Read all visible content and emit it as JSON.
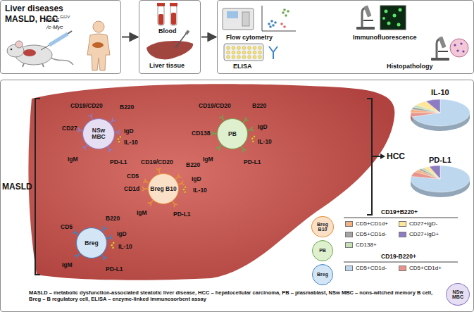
{
  "diagram": {
    "nodes": [
      {
        "text": [
          "Liver diseases",
          "MASLD, HCC"
        ]
      },
      {
        "text": [
          "Blood",
          "Liver tissue"
        ]
      },
      {
        "text": [
          "Flow cytometry",
          "Immunofluorescence",
          "ELISA",
          "Histopathology"
        ]
      },
      {
        "text": [
          "MASLD – metabolic dysfunction-associated steatotic liver disease, HCC – hepatocellular carcinoma, PB – plasmablast, NSw MBC – nons-witched memory B cell, Breg – B regulatory cell, ELISA – enzyme-linked immunosorbent assay"
        ]
      },
      {
        "text": [
          "NSw MBC"
        ],
        "in": 3
      },
      {
        "text": [
          "PB"
        ],
        "in": 3
      },
      {
        "text": [
          "Breg B10"
        ],
        "in": 3
      },
      {
        "text": [
          "Breg"
        ],
        "in": 3
      },
      {
        "text": [
          "Breg B10"
        ],
        "in": 3
      },
      {
        "text": [
          "PB"
        ],
        "in": 3
      },
      {
        "text": [
          "Breg"
        ],
        "in": 3
      },
      {
        "text": [
          "NSw MBC"
        ],
        "in": 3
      }
    ],
    "edges": [
      {
        "from": 0,
        "to": 1,
        "arrow": "to"
      },
      {
        "from": 1,
        "to": 2,
        "arrow": "to"
      }
    ],
    "labels": [
      "NRAS",
      "G12V",
      "/c-Myc",
      "CD19/CD20",
      "B220",
      "CD27",
      "IgD",
      "IgM",
      "IL-10",
      "PD-L1",
      "CD19/CD20",
      "B220",
      "IgD",
      "CD138",
      "IgM",
      "IL-10",
      "PD-L1",
      "CD19/CD20",
      "B220",
      "CD5",
      "IgD",
      "CD1d",
      "IL-10",
      "IgM",
      "PD-L1",
      "CD5",
      "B220",
      "IgD",
      "IL-10",
      "IgM",
      "PD-L1",
      "MASLD",
      "HCC",
      "IL-10",
      "PD-L1",
      "CD19+B220+",
      "CD19-B220+"
    ],
    "legend": [
      {
        "text": "CD5+CD1d+",
        "color": "#f4b183"
      },
      {
        "text": "CD27+IgD-",
        "color": "#ffe699"
      },
      {
        "text": "CD5+CD1d-",
        "color": "#a5a5a5"
      },
      {
        "text": "CD27+IgD+",
        "color": "#8e7cc3"
      },
      {
        "text": "CD138+",
        "color": "#c5e0b4"
      },
      {
        "text": "CD5+CD1d-",
        "color": "#bdd7ee"
      },
      {
        "text": "CD5+CD1d+",
        "color": "#e8938b"
      }
    ]
  }
}
